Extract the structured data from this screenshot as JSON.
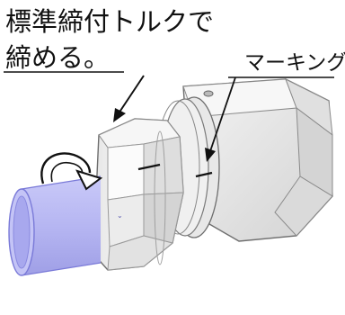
{
  "instruction": {
    "line1": "標準締付トルクで",
    "line2": "締める。"
  },
  "marking_label": "マーキング",
  "colors": {
    "pipe_fill": "#b8b8f4",
    "pipe_edge": "#7a7ad8",
    "metal_light": "#f2f2f2",
    "metal_mid": "#d8d8d8",
    "metal_dark": "#9a9a9a",
    "outline": "#6e6e6e",
    "ink": "#111111"
  },
  "icons": {
    "rotation": "curved-rotation-arrow-icon"
  }
}
